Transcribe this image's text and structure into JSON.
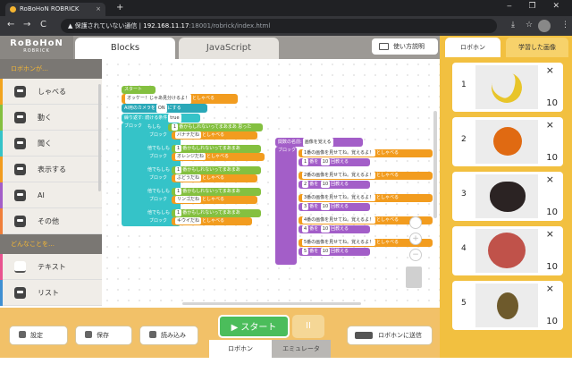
{
  "browser": {
    "tab_title": "RoBoHoN ROBRICK",
    "tab_close": "×",
    "new_tab": "+",
    "window_controls": "‒ ❐ ✕",
    "nav": {
      "back": "←",
      "forward": "→",
      "reload": "C"
    },
    "url_warning": "▲ 保護されていない通信",
    "url_separator": "|",
    "url_host": "192.168.11.17",
    "url_path": ":18001/robrick/index.html",
    "icons": {
      "download": "⤓",
      "star": "☆",
      "menu": "⋮"
    }
  },
  "header": {
    "logo": "RoBoHoN",
    "logo_sub": "ROBRICK",
    "tabs": [
      {
        "label": "Blocks"
      },
      {
        "label": "JavaScript"
      }
    ],
    "howto_label": "使い方説明"
  },
  "sidebar": {
    "section1": "ロボホンが…",
    "items1": [
      {
        "label": "しゃべる",
        "color": "#f2a41f"
      },
      {
        "label": "動く",
        "color": "#84c040"
      },
      {
        "label": "聞く",
        "color": "#35c3c8"
      },
      {
        "label": "表示する",
        "color": "#f29c1f"
      },
      {
        "label": "AI",
        "color": "#a35ec8"
      },
      {
        "label": "その他",
        "color": "#f07f3a"
      }
    ],
    "section2": "どんなことを…",
    "items2": [
      {
        "label": "テキスト",
        "color": "#e8538f"
      },
      {
        "label": "リスト",
        "color": "#3f8fd2"
      }
    ]
  },
  "workspace": {
    "start": "スタート",
    "say_intro": "オッケー！じゃあ見分けるよ！",
    "say": "としゃべる",
    "camera": "AI用のカメラを",
    "camera_on": "ON",
    "camera_suffix": "にする",
    "loop": "繰り返す: 続ける条件",
    "loop_value": "true",
    "block": "ブロック",
    "if": "もしも",
    "elif": "他でもしも",
    "no1": "1",
    "prob_suffix": "番かもしれないってまあまあ",
    "prob_word": "思った",
    "fruit_says": [
      "バナナだね",
      "オレンジだね",
      "ぶどうだね",
      "リンゴだね",
      "キウイだね"
    ],
    "define_label": "関数の名前:",
    "define_name": "画像を覚える",
    "teach": [
      "1番の画像を見せてね。覚えるよ！",
      "2番の画像を見せてね。覚えるよ！",
      "3番の画像を見せてね。覚えるよ！",
      "4番の画像を見せてね。覚えるよ！",
      "5番の画像を見せてね。覚えるよ！"
    ],
    "learn_word": "番を",
    "learn_count": "10",
    "learn_suffix": "回教える",
    "zoom_in": "+",
    "zoom_out": "−"
  },
  "footer": {
    "settings": "設定",
    "save": "保存",
    "load": "読み込み",
    "start": "▶ スタート",
    "pause": "II",
    "mode_robohon": "ロボホン",
    "mode_emulator": "エミュレータ",
    "send": "ロボホンに送信"
  },
  "right_panel": {
    "tab_robohon": "ロボホン",
    "tab_images": "学習した画像",
    "close_glyph": "×",
    "cards": [
      {
        "number": "1",
        "count": "10",
        "image": "banana"
      },
      {
        "number": "2",
        "count": "10",
        "image": "orange"
      },
      {
        "number": "3",
        "count": "10",
        "image": "grapes"
      },
      {
        "number": "4",
        "count": "10",
        "image": "apple"
      },
      {
        "number": "5",
        "count": "10",
        "image": "kiwi"
      }
    ]
  }
}
